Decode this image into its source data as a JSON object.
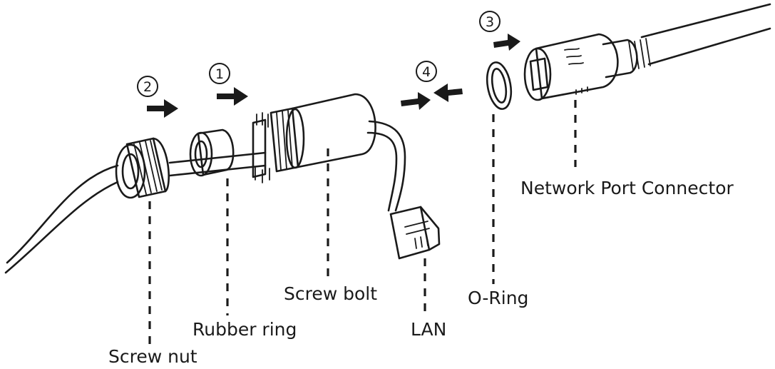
{
  "labels": {
    "screw_nut": "Screw nut",
    "rubber_ring": "Rubber ring",
    "screw_bolt": "Screw bolt",
    "lan": "LAN",
    "o_ring": "O-Ring",
    "network_port_connector": "Network Port Connector"
  },
  "steps": [
    {
      "id": "step-1",
      "num": "1"
    },
    {
      "id": "step-2",
      "num": "2"
    },
    {
      "id": "step-3",
      "num": "3"
    },
    {
      "id": "step-4",
      "num": "4"
    }
  ],
  "colors": {
    "ink": "#1a1a1a",
    "background": "#ffffff"
  }
}
